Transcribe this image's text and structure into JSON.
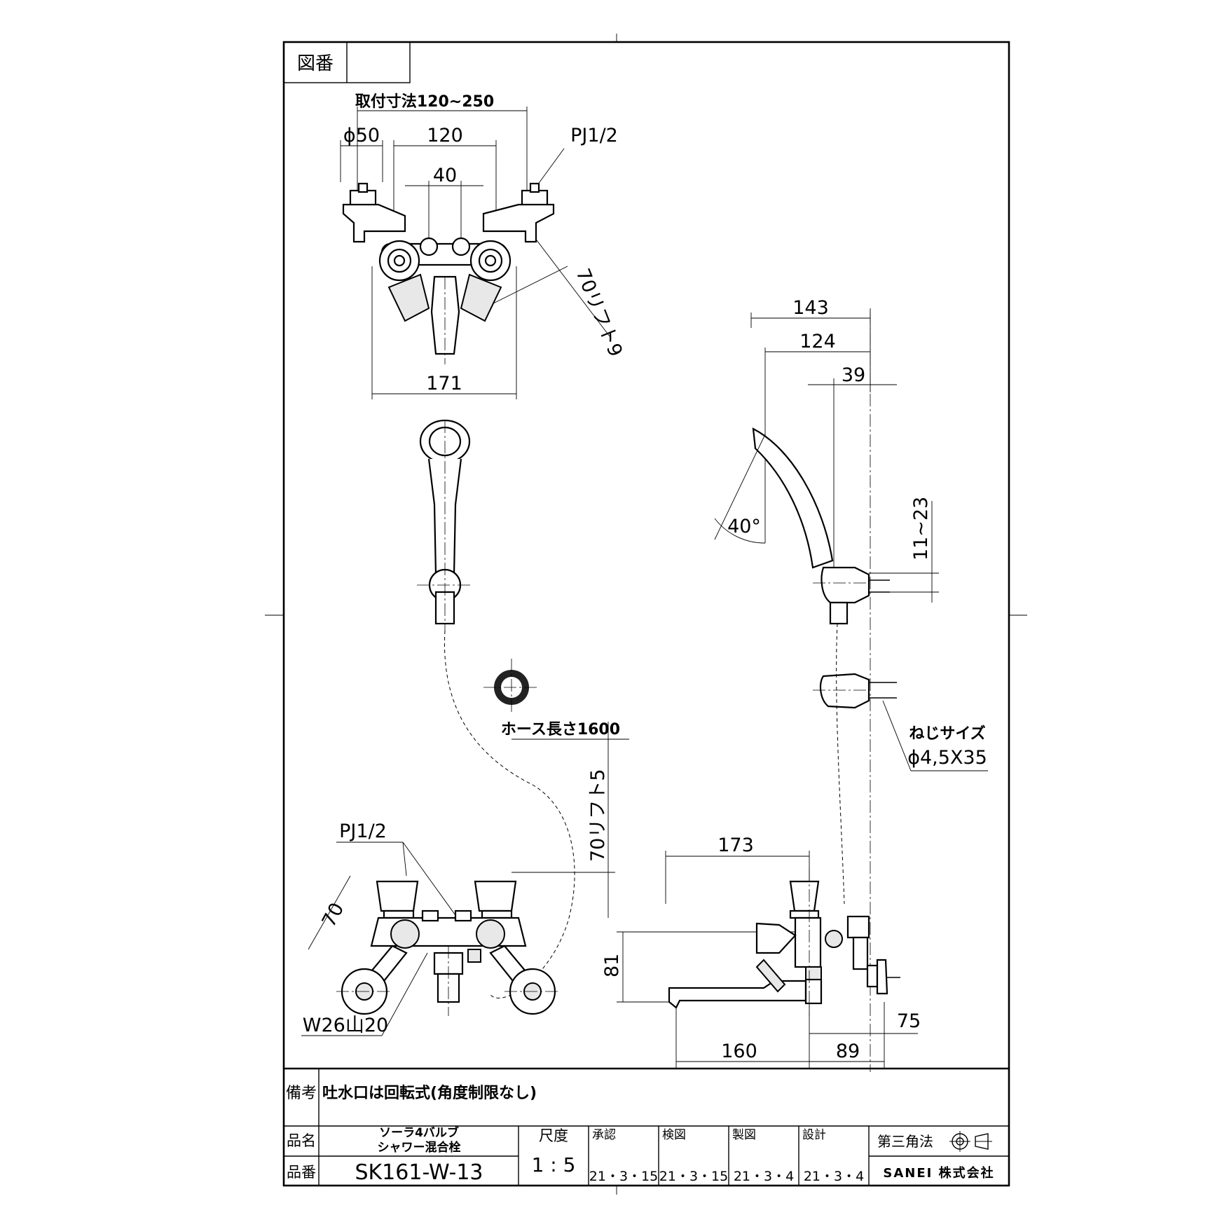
{
  "header": {
    "drawing_no_label": "図番",
    "drawing_no_value": ""
  },
  "top_view": {
    "mount_range": "取付寸法120~250",
    "phi50": "ϕ50",
    "d120": "120",
    "d40": "40",
    "pj": "PJ1/2",
    "lift": "70リフト9",
    "width": "171"
  },
  "side_view": {
    "d143": "143",
    "d124": "124",
    "d39": "39",
    "angle": "40°",
    "range": "11~23",
    "screw_label": "ねじサイズ",
    "screw_size": "ϕ4,5X35"
  },
  "hose": {
    "length": "ホース長さ1600"
  },
  "front_view": {
    "pj": "PJ1/2",
    "d70": "70",
    "lift": "70リフト5",
    "thread": "W26山20",
    "d81": "81"
  },
  "bottom_side": {
    "d173": "173",
    "d160": "160",
    "d89": "89",
    "d75": "75"
  },
  "notes": {
    "label": "備考",
    "text": "吐水口は回転式(角度制限なし)"
  },
  "title_block": {
    "name_label": "品名",
    "name_line1": "ソーラ4バルブ",
    "name_line2": "シャワー混合栓",
    "number_label": "品番",
    "number": "SK161-W-13",
    "scale_label": "尺度",
    "scale": "1 : 5",
    "approval_label": "承認",
    "approval_date": "21・3・15",
    "check_label": "検図",
    "check_date": "21・3・15",
    "draft_label": "製図",
    "draft_date": "21・3・4",
    "design_label": "設計",
    "design_date": "21・3・4",
    "projection_label": "第三角法",
    "company": "SANEI 株式会社"
  }
}
